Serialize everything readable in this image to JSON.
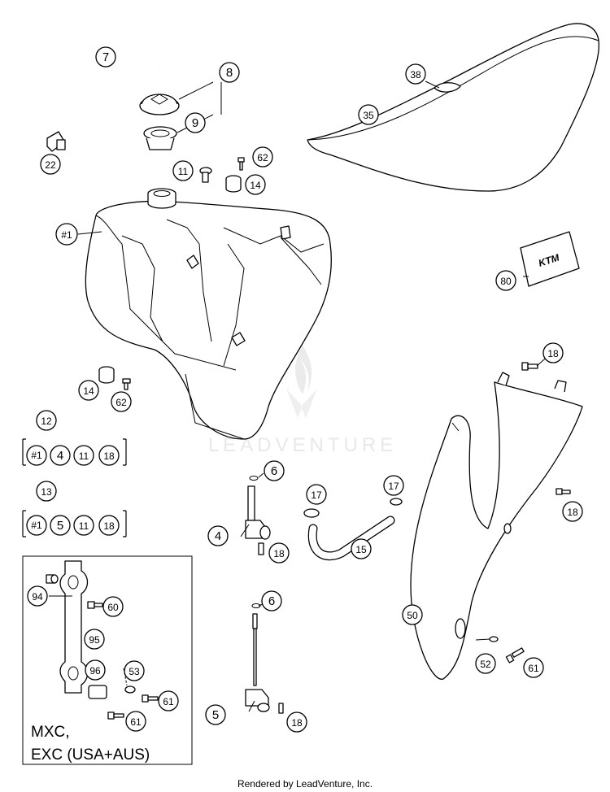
{
  "watermark": "LEADVENTURE",
  "footer": "Rendered by LeadVenture, Inc.",
  "logo_label": "KTM",
  "group_label": {
    "line1": "MXC,",
    "line2": "EXC (USA+AUS)"
  },
  "callouts": {
    "c7": "7",
    "c8": "8",
    "c9": "9",
    "c22": "22",
    "c11": "11",
    "c62a": "62",
    "c14a": "14",
    "c38": "38",
    "c35": "35",
    "c1": "#1",
    "c80": "80",
    "c14b": "14",
    "c62b": "62",
    "c18a": "18",
    "c6a": "6",
    "c4": "4",
    "c18b": "18",
    "c17a": "17",
    "c17b": "17",
    "c15": "15",
    "c18c": "18",
    "c94": "94",
    "c60": "60",
    "c95": "95",
    "c96": "96",
    "c53": "53",
    "c61a": "61",
    "c61b": "61",
    "c6b": "6",
    "c5": "5",
    "c18d": "18",
    "c50": "50",
    "c52": "52",
    "c61c": "61"
  },
  "kits": [
    {
      "number": "12",
      "items": [
        "#1",
        "4",
        "11",
        "18"
      ]
    },
    {
      "number": "13",
      "items": [
        "#1",
        "5",
        "11",
        "18"
      ]
    }
  ]
}
